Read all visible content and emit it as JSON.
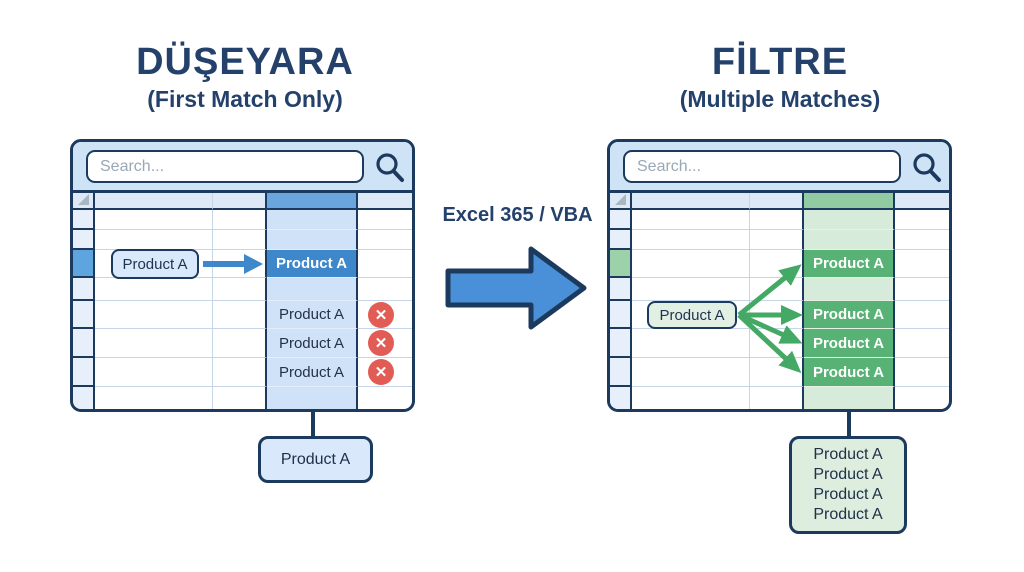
{
  "left_panel": {
    "title": "DÜŞEYARA",
    "subtitle": "(First Match Only)",
    "table": {
      "search_placeholder": "Search...",
      "lookup_box_label": "Product A",
      "matched_cell": "Product A",
      "missed_cells": [
        "Product A",
        "Product A",
        "Product A"
      ],
      "result_box": "Product A"
    }
  },
  "middle": {
    "caption": "Excel 365 / VBA"
  },
  "right_panel": {
    "title": "FİLTRE",
    "subtitle": "(Multiple Matches)",
    "table": {
      "search_placeholder": "Search...",
      "lookup_box_label": "Product A",
      "matched_cells": [
        "Product A",
        "Product A",
        "Product A",
        "Product A"
      ],
      "result_box_lines": [
        "Product A",
        "Product A",
        "Product A",
        "Product A"
      ]
    }
  },
  "colors": {
    "navy": "#1c3a5e",
    "title_navy": "#24416b",
    "band_blue": "#cfe3f7",
    "highlight_blue": "#3e87ca",
    "column_blue": "#cfe2f7",
    "highlight_green": "#58b275",
    "column_green": "#d7ebda",
    "arrow_blue": "#4a90d8",
    "arrow_green": "#45a966",
    "error_red": "#e15c54"
  }
}
